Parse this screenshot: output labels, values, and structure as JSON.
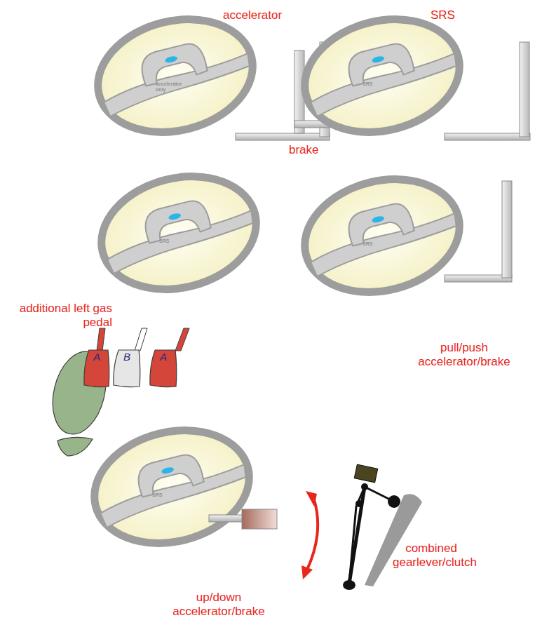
{
  "diagram": {
    "nodes": [
      {
        "text": [
          "A"
        ]
      },
      {
        "text": [
          "B"
        ]
      },
      {
        "text": [
          "A"
        ]
      }
    ],
    "labels": [
      "accelerator",
      "brake",
      "SRS",
      "accelerator only",
      "SRS",
      "SRS",
      "additional left gas pedal",
      "SRS",
      "pull/push accelerator/brake",
      "SRS",
      "up/down accelerator/brake",
      "combined gearlever/clutch"
    ]
  }
}
